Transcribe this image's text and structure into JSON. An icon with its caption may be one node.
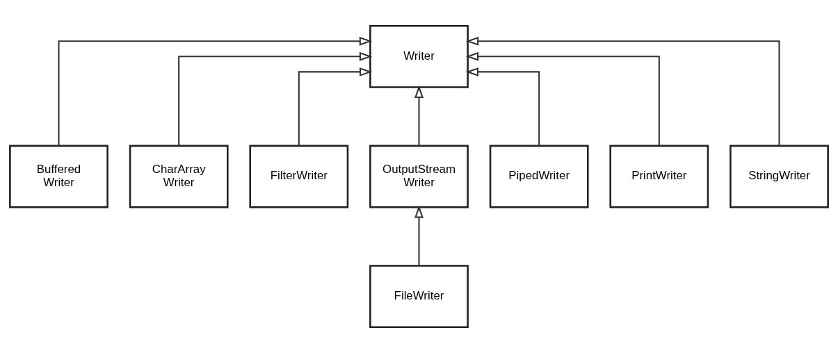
{
  "diagram": {
    "nodes": [
      {
        "text": [
          "Writer"
        ]
      },
      {
        "text": [
          "Buffered Writer"
        ]
      },
      {
        "text": [
          "CharArray Writer"
        ]
      },
      {
        "text": [
          "FilterWriter"
        ]
      },
      {
        "text": [
          "OutputStream Writer"
        ]
      },
      {
        "text": [
          "PipedWriter"
        ]
      },
      {
        "text": [
          "PrintWriter"
        ]
      },
      {
        "text": [
          "StringWriter"
        ]
      },
      {
        "text": [
          "FileWriter"
        ]
      }
    ],
    "edges": [
      {
        "from": 1,
        "to": 0,
        "arrow": "to"
      },
      {
        "from": 2,
        "to": 0,
        "arrow": "to"
      },
      {
        "from": 3,
        "to": 0,
        "arrow": "to"
      },
      {
        "from": 4,
        "to": 0,
        "arrow": "to"
      },
      {
        "from": 5,
        "to": 0,
        "arrow": "to"
      },
      {
        "from": 6,
        "to": 0,
        "arrow": "to"
      },
      {
        "from": 7,
        "to": 0,
        "arrow": "to"
      },
      {
        "from": 8,
        "to": 4,
        "arrow": "to"
      }
    ]
  }
}
